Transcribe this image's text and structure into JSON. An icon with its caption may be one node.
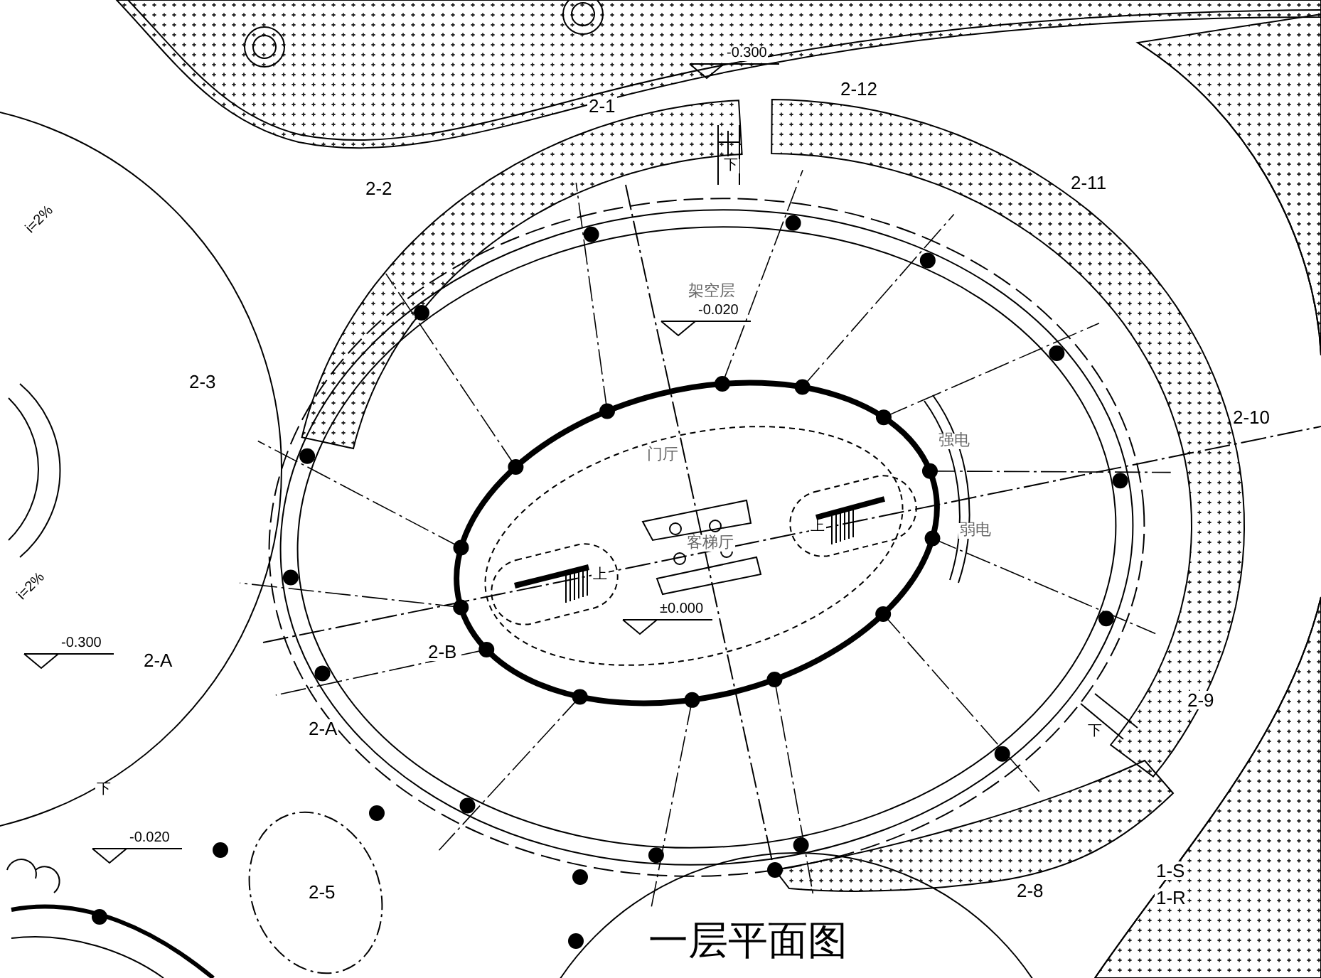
{
  "diagram": {
    "title": "一层平面图",
    "labels": [
      "-0.300",
      "2-1",
      "2-12",
      "2-2",
      "2-11",
      "架空层",
      "-0.020",
      "2-3",
      "门厅",
      "强电",
      "弱电",
      "2-10",
      "客梯厅",
      "±0.000",
      "2-B",
      "i=2%",
      "i=2%",
      "-0.300",
      "2-A",
      "2-A",
      "2-9",
      "-0.020",
      "2-5",
      "2-8",
      "1-S",
      "1-R",
      "上",
      "上",
      "下",
      "下",
      "下"
    ]
  }
}
